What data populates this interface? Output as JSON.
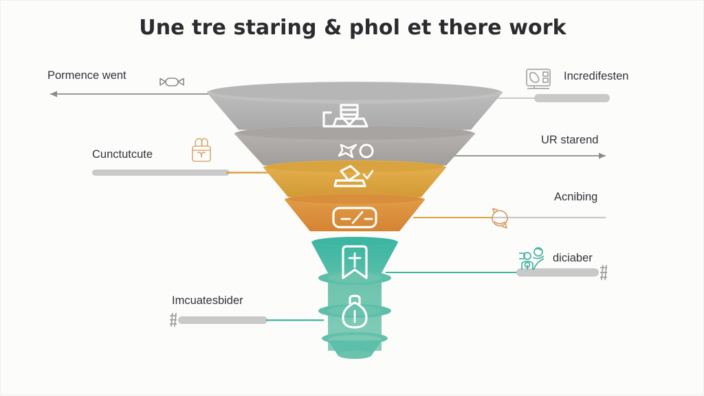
{
  "page": {
    "title": "Une tre staring & phol et there work",
    "background_color": "#fbfbfa",
    "title_color": "#2b2b30"
  },
  "funnel": {
    "tiers": [
      {
        "id": "tier-1",
        "color": "#b0b0b0",
        "icon": "printer-document-icon",
        "icon_color": "#ffffff"
      },
      {
        "id": "tier-2",
        "color": "#aaa6a4",
        "icon": "star-circle-icon",
        "icon_color": "#ffffff"
      },
      {
        "id": "tier-3",
        "color": "#d9a33f",
        "icon": "ballot-box-check-icon",
        "icon_color": "#ffffff"
      },
      {
        "id": "tier-4",
        "color": "#db8f3d",
        "icon": "speedometer-gauge-icon",
        "icon_color": "#ffffff"
      },
      {
        "id": "tier-5-neck",
        "color": "#3cb6a0",
        "icon": "bookmark-icon",
        "icon_color": "#ffffff"
      },
      {
        "id": "tier-6-base",
        "color": "#6cc3ad",
        "icon": "lightbulb-icon",
        "icon_color": "#ffffff"
      }
    ]
  },
  "left_labels": [
    {
      "id": "left-1",
      "text": "Pormence went",
      "icon": "capsule-arrow-icon",
      "connector_color": "#8b8b8b",
      "connector_style": "arrow-left"
    },
    {
      "id": "left-2",
      "text": "Cunctutcute",
      "icon": "gift-box-icon",
      "connector_color": "#c9c9c9",
      "connector_accent": "#d9a33f",
      "connector_style": "pill"
    },
    {
      "id": "left-3",
      "text": "Imcuatesbider",
      "icon": "plug-connector-icon",
      "connector_color": "#c9c9c9",
      "connector_accent": "#3cb6a0",
      "connector_style": "pill"
    }
  ],
  "right_labels": [
    {
      "id": "right-1",
      "text": "Incredifesten",
      "icon": "desktop-monitor-icon",
      "connector_color": "#c9c9c9",
      "connector_style": "pill"
    },
    {
      "id": "right-2",
      "text": "UR starend",
      "icon": "none",
      "connector_color": "#8b8b8b",
      "connector_style": "arrow-right"
    },
    {
      "id": "right-3",
      "text": "Acnibing",
      "icon": "refresh-circle-icon",
      "connector_color": "#c9c9c9",
      "connector_accent": "#d9a33f",
      "connector_style": "line"
    },
    {
      "id": "right-4",
      "text": "diciaber",
      "icon": "people-group-icon",
      "connector_color": "#c9c9c9",
      "connector_accent": "#3cb6a0",
      "connector_style": "pill"
    }
  ]
}
